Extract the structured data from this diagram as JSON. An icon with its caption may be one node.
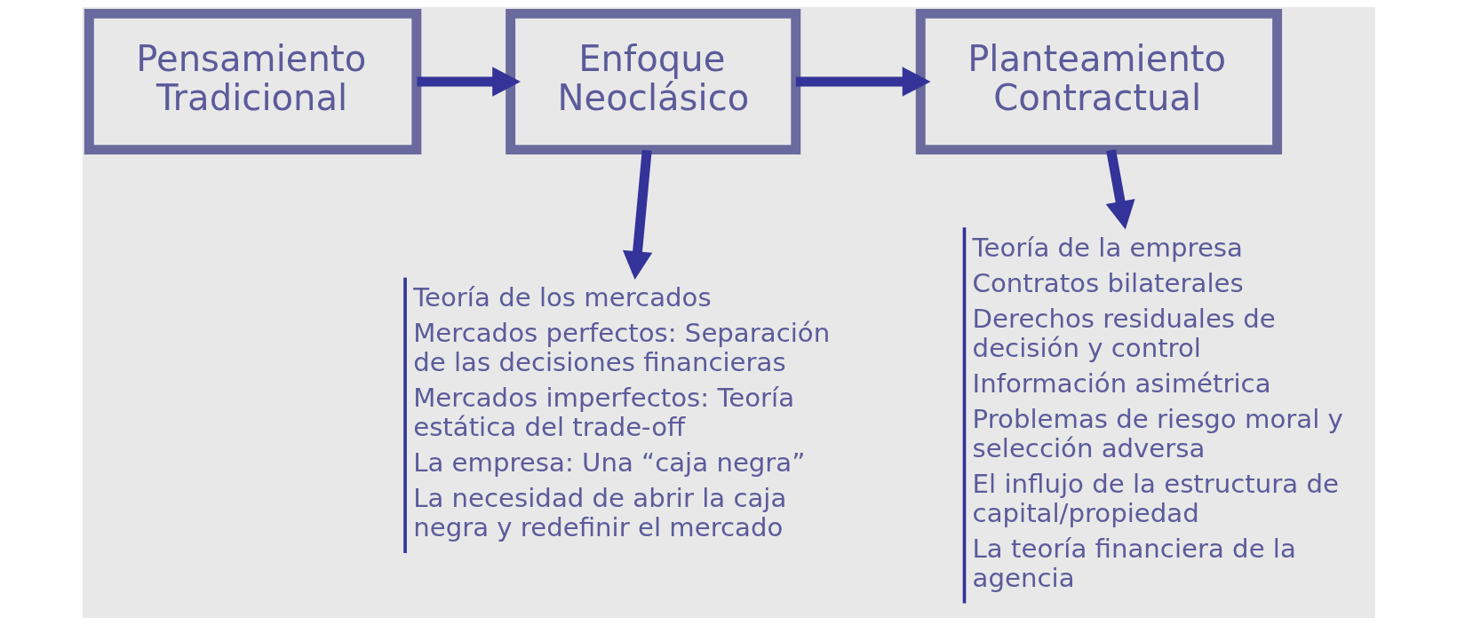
{
  "diagram": {
    "nodes": [
      {
        "text": [
          "Pensamiento Tradicional"
        ]
      },
      {
        "text": [
          "Enfoque Neoclásico"
        ]
      },
      {
        "text": [
          "Planteamiento Contractual"
        ]
      },
      {
        "text": [
          "Teoría de los mercados",
          "Mercados perfectos: Separación de las decisiones financieras",
          "Mercados imperfectos: Teoría estática del trade-off",
          "La empresa: Una “caja negra”",
          "La necesidad de abrir la caja negra y redefinir el mercado"
        ]
      },
      {
        "text": [
          "Teoría de la empresa",
          "Contratos bilaterales",
          "Derechos residuales de decisión y control",
          "Información asimétrica",
          "Problemas de riesgo moral y selección adversa",
          "El influjo de la estructura de capital/propiedad",
          "La teoría financiera de la agencia"
        ]
      }
    ],
    "edges": [
      {
        "from": 0,
        "to": 1,
        "arrow": "to"
      },
      {
        "from": 1,
        "to": 2,
        "arrow": "to"
      },
      {
        "from": 1,
        "to": 3,
        "arrow": "to"
      },
      {
        "from": 2,
        "to": 4,
        "arrow": "to"
      }
    ]
  }
}
